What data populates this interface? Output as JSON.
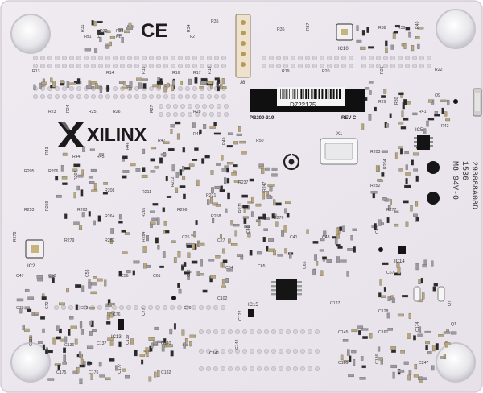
{
  "image": {
    "subject": "pcb-bottom-side",
    "board_color": "#ece6ee",
    "silkscreen_color": "#4a4a4a"
  },
  "board": {
    "ce_mark": "CE",
    "brand_logo": "XILINX",
    "part_number": "PB200-319",
    "revision": "REV C",
    "barcode_label": "D722175",
    "side_code": "M8 94V-0",
    "ul_code": "293088A08D",
    "year_code": "1536",
    "crystal": "X1",
    "connector": "J8"
  },
  "ic_labels": [
    {
      "name": "ic-ic10",
      "text": "IC10"
    },
    {
      "name": "ic-ic2",
      "text": "IC2"
    },
    {
      "name": "ic-ic5",
      "text": "IC5"
    },
    {
      "name": "ic-ic13",
      "text": "IC13"
    },
    {
      "name": "ic-ic14",
      "text": "IC14"
    },
    {
      "name": "ic-ic15",
      "text": "IC15"
    }
  ],
  "silk_labels": [
    "R31",
    "R32",
    "R33",
    "R34",
    "R35",
    "R36",
    "R37",
    "R38",
    "R39",
    "R40",
    "R13",
    "R14",
    "R15",
    "R16",
    "R17",
    "R18",
    "R19",
    "R20",
    "R21",
    "R22",
    "R23",
    "R24",
    "R25",
    "R26",
    "R27",
    "R28",
    "R29",
    "R30",
    "R41",
    "R42",
    "R43",
    "R44",
    "R45",
    "R46",
    "R47",
    "R48",
    "R49",
    "R50",
    "R203",
    "R204",
    "R205",
    "R206",
    "R207",
    "R208",
    "R211",
    "R212",
    "R221",
    "R237",
    "R247",
    "R252",
    "R253",
    "R259",
    "R263",
    "R264",
    "R265",
    "R266",
    "R268",
    "R271",
    "R276",
    "R277",
    "R278",
    "R279",
    "R282",
    "R284",
    "C26",
    "C27",
    "C40",
    "C41",
    "C43",
    "C45",
    "C47",
    "C50",
    "C53",
    "C56",
    "C61",
    "C62",
    "C64",
    "C65",
    "C66",
    "C67",
    "C70",
    "C72",
    "C73",
    "C76",
    "C77",
    "C79",
    "C102",
    "C122",
    "C127",
    "C128",
    "C133",
    "C136",
    "C137",
    "C139",
    "C140",
    "C141",
    "C142",
    "C145",
    "C161",
    "C174",
    "C175",
    "C176",
    "C177",
    "C182",
    "C185",
    "C186",
    "C247",
    "Q1",
    "Q7",
    "Q9",
    "FB1",
    "FB2",
    "F1",
    "F2"
  ]
}
